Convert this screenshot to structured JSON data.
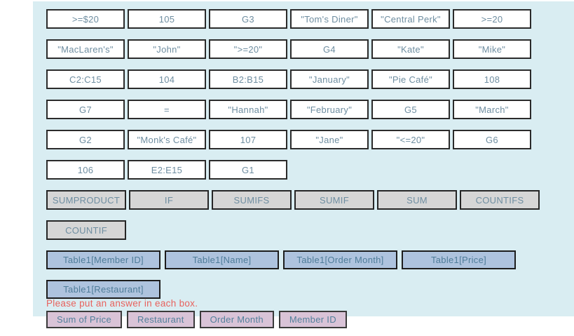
{
  "panel": {
    "token_rows": [
      [
        ">=$20",
        "105",
        "G3",
        "\"Tom's Diner\"",
        "\"Central Perk\"",
        ">=20"
      ],
      [
        "\"MacLaren's\"",
        "\"John\"",
        "\">=20\"",
        "G4",
        "\"Kate\"",
        "\"Mike\""
      ],
      [
        "C2:C15",
        "104",
        "B2:B15",
        "\"January\"",
        "\"Pie Café\"",
        "108"
      ],
      [
        "G7",
        "=",
        "\"Hannah\"",
        "\"February\"",
        "G5",
        "\"March\""
      ],
      [
        "G2",
        "\"Monk's Café\"",
        "107",
        "\"Jane\"",
        "\"<=20\"",
        "G6"
      ],
      [
        "106",
        "E2:E15",
        "G1"
      ]
    ],
    "function_tokens": [
      "SUMPRODUCT",
      "IF",
      "SUMIFS",
      "SUMIF",
      "SUM",
      "COUNTIFS"
    ],
    "function_tokens_row2": [
      "COUNTIF"
    ],
    "table_tokens": [
      "Table1[Member ID]",
      "Table1[Name]",
      "Table1[Order Month]",
      "Table1[Price]"
    ],
    "table_tokens_row2": [
      "Table1[Restaurant]"
    ],
    "instruction": "Please put an answer in each box.",
    "field_tokens": [
      "Sum of Price",
      "Restaurant",
      "Order Month",
      "Member ID"
    ]
  },
  "colors": {
    "panel_background": "#d9edf2",
    "token_text": "#6f8ea1",
    "function_fill": "#d6d6d6",
    "table_fill": "#aec3de",
    "field_fill": "#d9c3d7",
    "instruction_text": "#e8625d"
  }
}
